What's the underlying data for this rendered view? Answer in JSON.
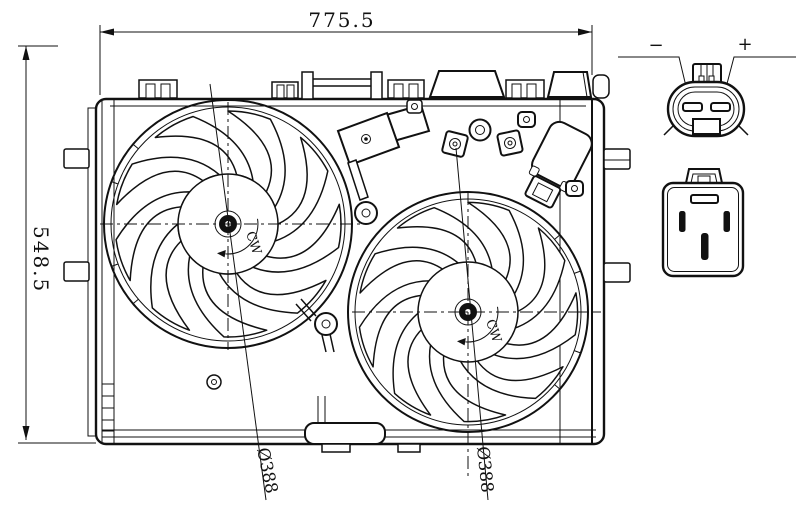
{
  "drawing": {
    "type": "technical-drawing",
    "subject": "dual-radiator-cooling-fan-assembly",
    "dimensions": {
      "width": "775.5",
      "height": "548.5",
      "fan_left_diameter": "Ø388",
      "fan_right_diameter": "Ø388"
    },
    "fans": [
      {
        "rotation": "CW"
      },
      {
        "rotation": "CW"
      }
    ],
    "connector": {
      "negative": "−",
      "positive": "+"
    },
    "colors": {
      "line": "#111111",
      "background": "#ffffff"
    }
  }
}
